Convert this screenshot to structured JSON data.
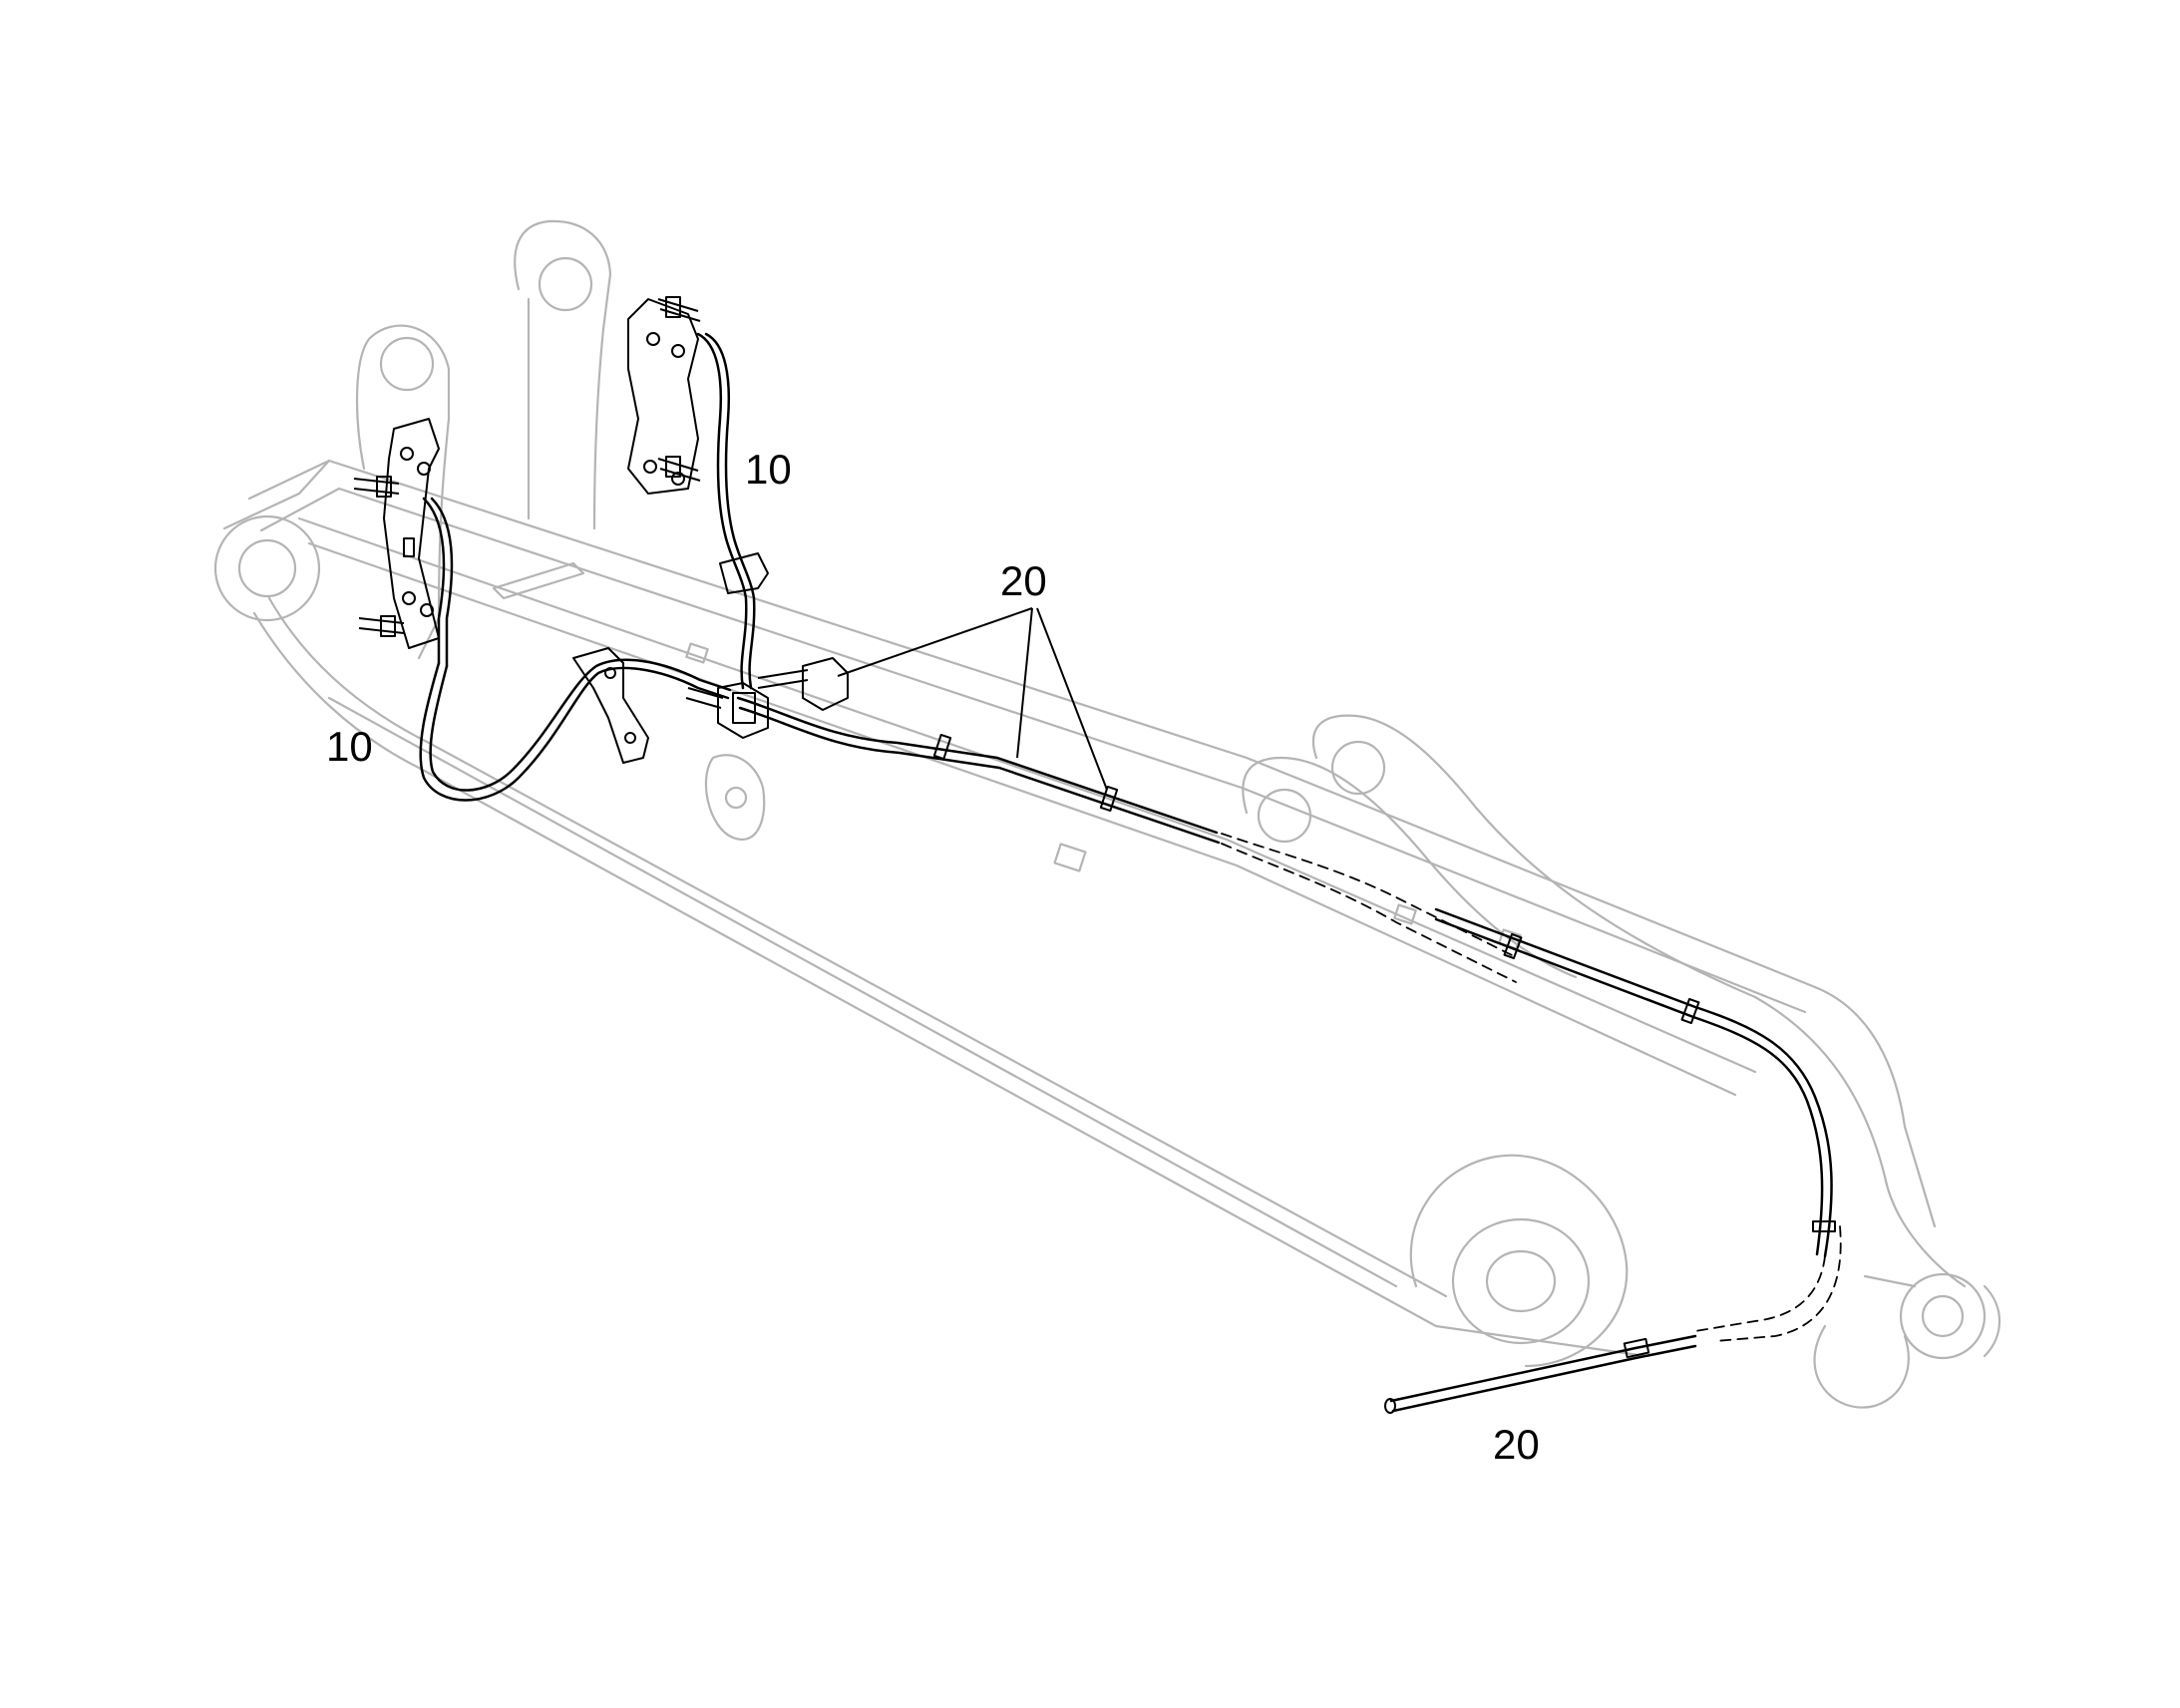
{
  "callouts": {
    "label_10_upper": "10",
    "label_10_lower": "10",
    "label_20_upper": "20",
    "label_20_lower": "20"
  },
  "colors": {
    "frame_stroke": "#b4b4b4",
    "hose_stroke": "#000000",
    "background": "#ffffff"
  }
}
